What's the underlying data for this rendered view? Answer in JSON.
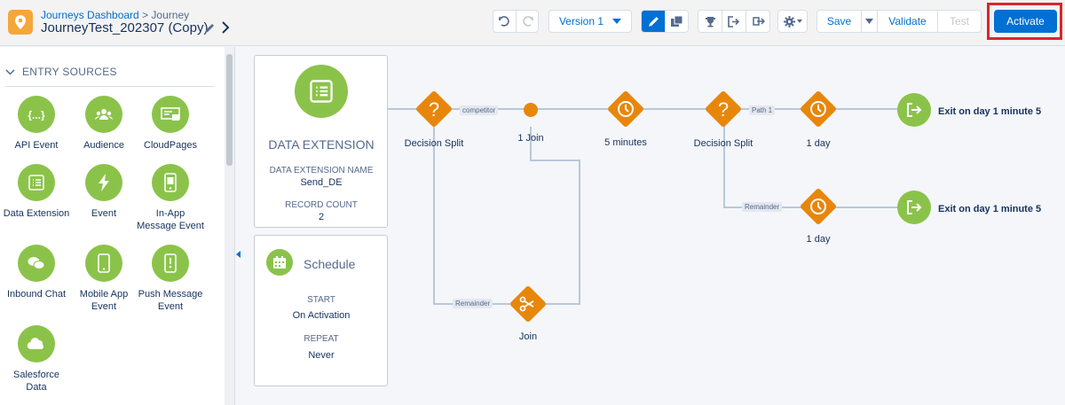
{
  "header": {
    "breadcrumb_link": "Journeys Dashboard",
    "breadcrumb_sep": " > ",
    "breadcrumb_current": "Journey",
    "journey_name": "JourneyTest_202307 (Copy)",
    "version_label": "Version 1",
    "save_label": "Save",
    "validate_label": "Validate",
    "test_label": "Test",
    "activate_label": "Activate",
    "accent_color": "#0070d2",
    "highlight_color": "#d9262b"
  },
  "entry_sources": {
    "title": "ENTRY SOURCES",
    "items": [
      {
        "label": "API Event",
        "icon": "api-braces-icon"
      },
      {
        "label": "Audience",
        "icon": "audience-icon"
      },
      {
        "label": "CloudPages",
        "icon": "cloudpages-icon"
      },
      {
        "label": "Data Extension",
        "icon": "data-extension-icon"
      },
      {
        "label": "Event",
        "icon": "event-bolt-icon"
      },
      {
        "label": "In-App Message Event",
        "icon": "in-app-icon"
      },
      {
        "label": "Inbound Chat",
        "icon": "chat-icon"
      },
      {
        "label": "Mobile App Event",
        "icon": "mobile-icon"
      },
      {
        "label": "Push Message Event",
        "icon": "push-icon"
      },
      {
        "label": "Salesforce Data",
        "icon": "salesforce-cloud-icon"
      }
    ]
  },
  "canvas": {
    "data_extension": {
      "title": "DATA EXTENSION",
      "name_label": "DATA EXTENSION NAME",
      "name_value": "Send_DE",
      "count_label": "RECORD COUNT",
      "count_value": "2"
    },
    "schedule": {
      "title": "Schedule",
      "start_label": "START",
      "start_value": "On Activation",
      "repeat_label": "REPEAT",
      "repeat_value": "Never"
    },
    "nodes": {
      "split1": "Decision Split",
      "join_dot": "1 Join",
      "wait1": "5 minutes",
      "split2": "Decision Split",
      "wait2": "1 day",
      "wait3": "1 day",
      "join": "Join"
    },
    "paths": {
      "competitor": "competitor",
      "path1": "Path 1",
      "remainder1": "Remainder",
      "remainder2": "Remainder"
    },
    "exits": {
      "exit1": "Exit on day 1 minute 5",
      "exit2": "Exit on day 1 minute 5"
    },
    "colors": {
      "activity_orange": "#e8860c",
      "entry_green": "#8bc34a",
      "connector": "#b9c7da"
    }
  }
}
